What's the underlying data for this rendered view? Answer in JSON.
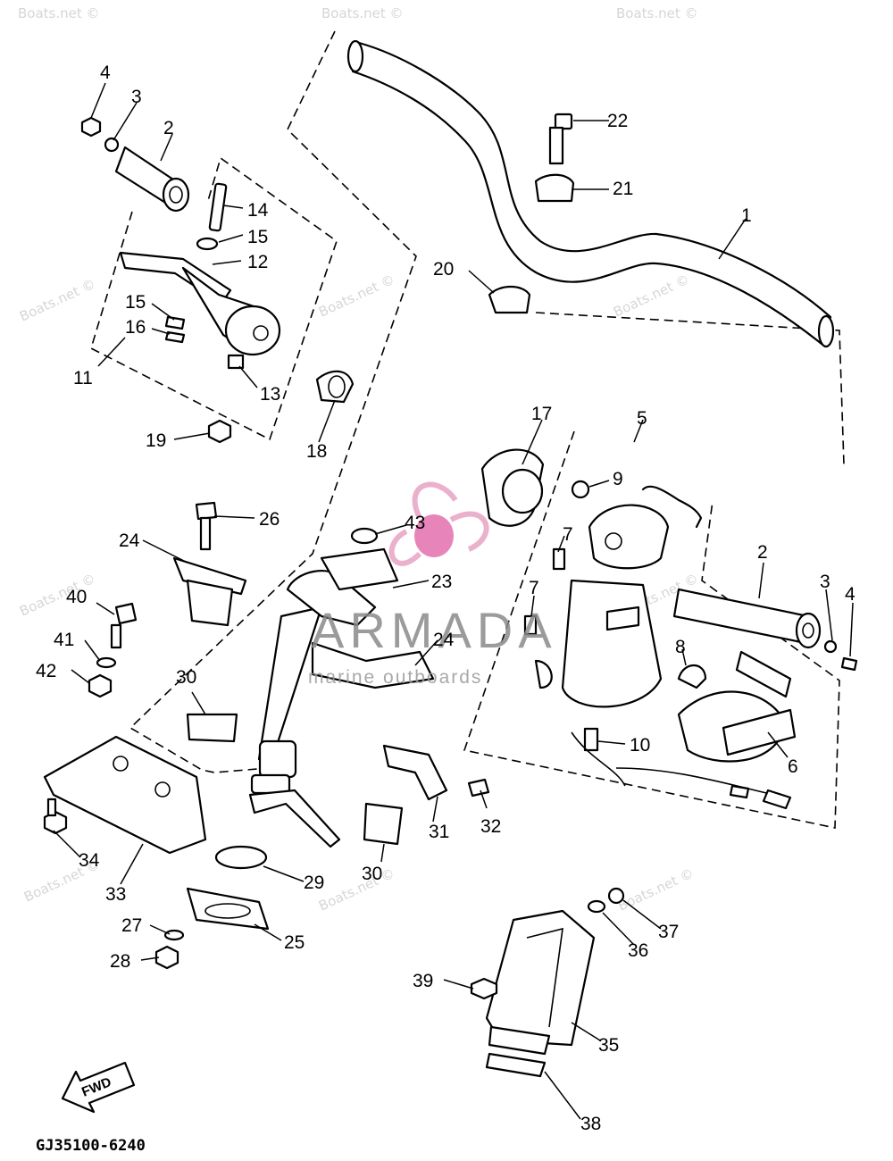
{
  "diagram_code": "GJ35100-6240",
  "fwd_label": "FWD",
  "watermark": "Boats.net ©",
  "brand": {
    "name": "ARMADA",
    "tagline": "marine outboards",
    "accent_color": "#e8a3c4",
    "ring_color": "#e36fae"
  },
  "callouts": [
    "1",
    "2",
    "3",
    "4",
    "5",
    "6",
    "7",
    "7",
    "8",
    "9",
    "10",
    "11",
    "12",
    "13",
    "14",
    "15",
    "15",
    "16",
    "17",
    "18",
    "19",
    "20",
    "21",
    "22",
    "23",
    "24",
    "24",
    "25",
    "26",
    "27",
    "28",
    "29",
    "30",
    "30",
    "31",
    "32",
    "33",
    "34",
    "35",
    "36",
    "37",
    "38",
    "39",
    "40",
    "41",
    "42",
    "43",
    "2",
    "3",
    "4"
  ]
}
